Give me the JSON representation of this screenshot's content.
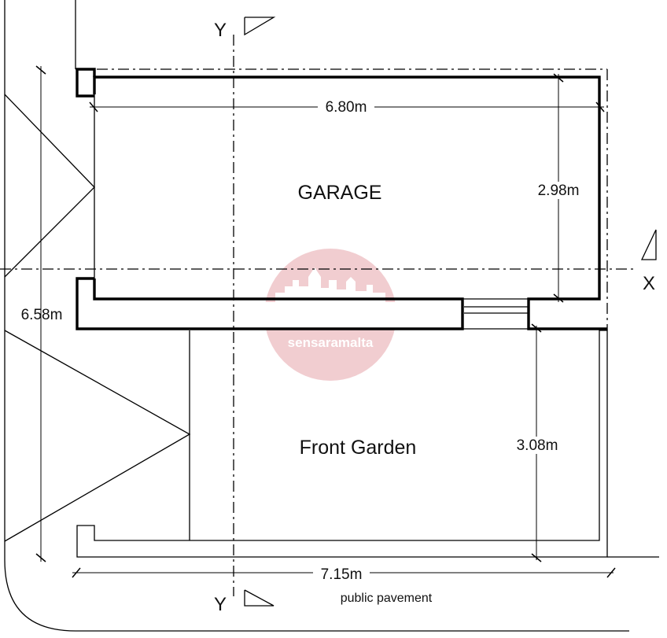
{
  "colors": {
    "line": "#000000",
    "watermark": "#e7a6ab"
  },
  "rooms": {
    "garage": "GARAGE",
    "front_garden": "Front Garden"
  },
  "dimensions": {
    "garage_length": "6.80m",
    "garage_width": "2.98m",
    "garden_depth": "3.08m",
    "overall_depth": "6.58m",
    "overall_width": "7.15m"
  },
  "section_markers": {
    "top": "Y",
    "bottom": "Y",
    "right": "X"
  },
  "street": {
    "pavement": "public pavement"
  },
  "watermark": {
    "text": "sensaramalta",
    "icon": "skyline-icon"
  }
}
